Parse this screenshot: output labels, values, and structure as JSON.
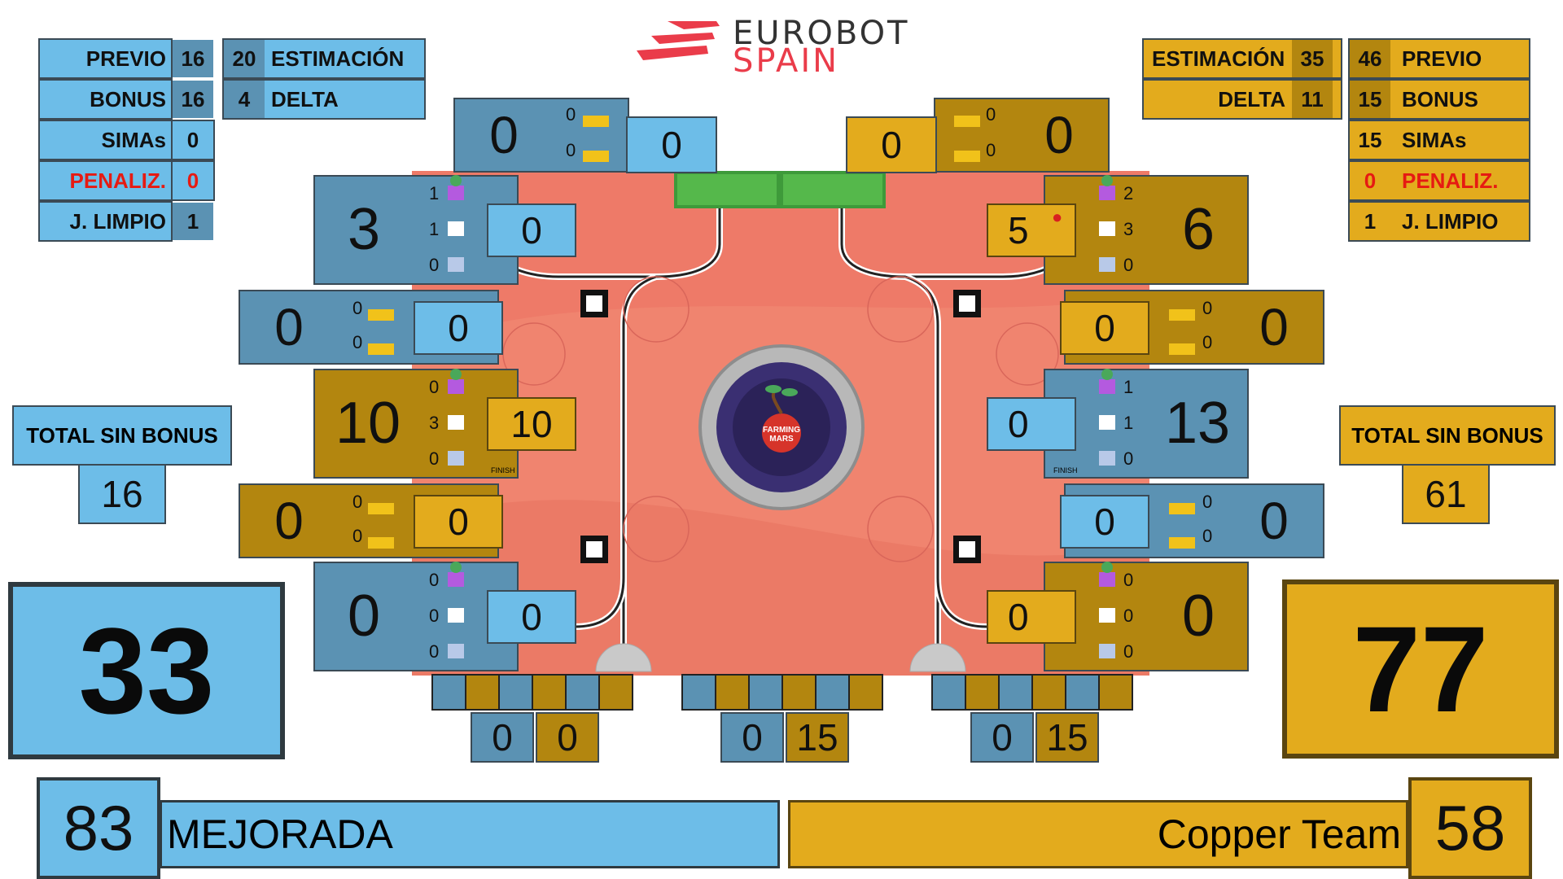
{
  "logo": {
    "line1": "EUROBOT",
    "line2": "SPAIN"
  },
  "colors": {
    "blue": "#6dbde8",
    "blue_dark": "#5b92b3",
    "yellow": "#e3ab1d",
    "yellow_dark": "#b3860f",
    "penalty": "#e61a12",
    "field": "#ee7a68"
  },
  "blue_panel": {
    "previo_label": "PREVIO",
    "previo": "16",
    "estimacion": "20",
    "estimacion_label": "ESTIMACIÓN",
    "bonus_label": "BONUS",
    "bonus": "16",
    "delta": "4",
    "delta_label": "DELTA",
    "simas_label": "SIMAs",
    "simas": "0",
    "penaliz_label": "PENALIZ.",
    "penaliz": "0",
    "limpio_label": "J. LIMPIO",
    "limpio": "1"
  },
  "yellow_panel": {
    "estimacion_label": "ESTIMACIÓN",
    "estimacion": "35",
    "previo": "46",
    "previo_label": "PREVIO",
    "delta_label": "DELTA",
    "delta": "11",
    "bonus": "15",
    "bonus_label": "BONUS",
    "simas": "15",
    "simas_label": "SIMAs",
    "penaliz": "0",
    "penaliz_label": "PENALIZ.",
    "limpio": "1",
    "limpio_label": "J. LIMPIO"
  },
  "blue_total": {
    "label": "TOTAL SIN BONUS",
    "value": "16",
    "score": "33"
  },
  "yellow_total": {
    "label": "TOTAL SIN BONUS",
    "value": "61",
    "score": "77"
  },
  "zones": {
    "top_blue": {
      "main": "0",
      "a": "0",
      "b": "0",
      "side": "0"
    },
    "top_yellow": {
      "main": "0",
      "a": "0",
      "b": "0",
      "side": "0"
    },
    "l1": {
      "main": "3",
      "a": "1",
      "b": "1",
      "c": "0",
      "side": "0"
    },
    "l2": {
      "main": "0",
      "a": "0",
      "b": "0",
      "side": "0"
    },
    "l3": {
      "main": "10",
      "a": "0",
      "b": "3",
      "c": "0",
      "side": "10",
      "finish": "FINISH"
    },
    "l4": {
      "main": "0",
      "a": "0",
      "b": "0",
      "side": "0"
    },
    "l5": {
      "main": "0",
      "a": "0",
      "b": "0",
      "c": "0",
      "side": "0"
    },
    "r1": {
      "main": "6",
      "a": "2",
      "b": "3",
      "c": "0",
      "side": "5"
    },
    "r2": {
      "main": "0",
      "a": "0",
      "b": "0",
      "side": "0"
    },
    "r3": {
      "main": "13",
      "a": "1",
      "b": "1",
      "c": "0",
      "side": "0",
      "finish": "FINISH"
    },
    "r4": {
      "main": "0",
      "a": "0",
      "b": "0",
      "side": "0"
    },
    "r5": {
      "main": "0",
      "a": "0",
      "b": "0",
      "c": "0",
      "side": "0"
    }
  },
  "solar": [
    {
      "blue": "0",
      "yellow": "0"
    },
    {
      "blue": "0",
      "yellow": "15"
    },
    {
      "blue": "0",
      "yellow": "15"
    }
  ],
  "center_badge": {
    "line1": "FARMING",
    "line2": "MARS"
  },
  "blue_team": {
    "number": "83",
    "name": "MEJORADA"
  },
  "yellow_team": {
    "number": "58",
    "name": "Copper Team"
  }
}
